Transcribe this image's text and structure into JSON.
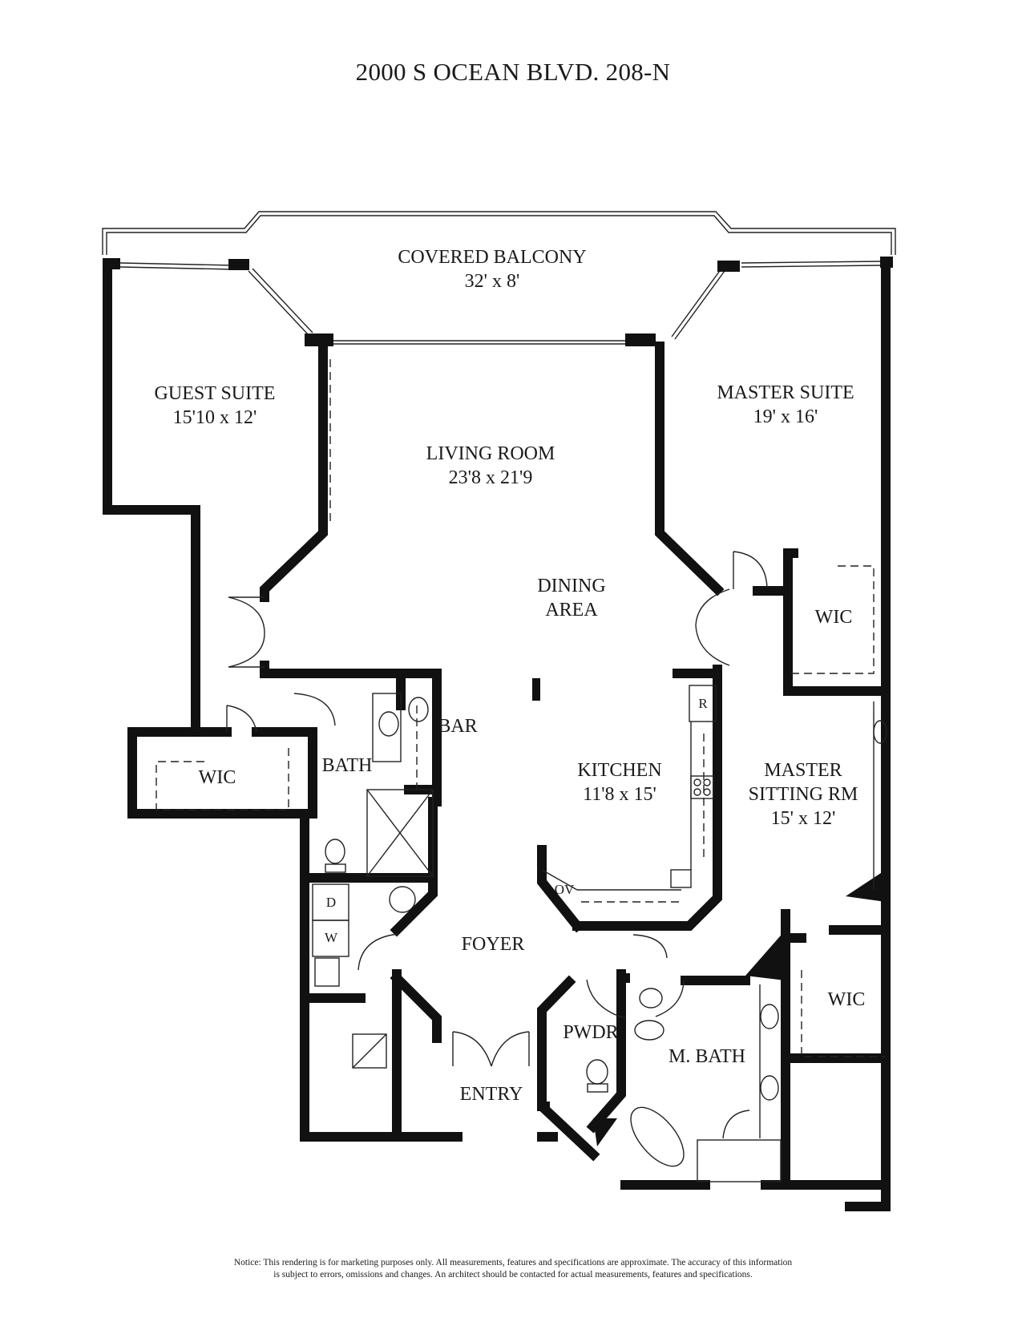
{
  "header": {
    "title": "2000 S OCEAN BLVD.  208-N"
  },
  "rooms": {
    "balcony": {
      "name": "COVERED BALCONY",
      "size": "32' x 8'"
    },
    "guest_suite": {
      "name": "GUEST SUITE",
      "size": "15'10 x 12'"
    },
    "living_room": {
      "name": "LIVING ROOM",
      "size": "23'8 x 21'9"
    },
    "master_suite": {
      "name": "MASTER SUITE",
      "size": "19' x 16'"
    },
    "dining": {
      "line1": "DINING",
      "line2": "AREA"
    },
    "wic_master_upper": {
      "name": "WIC"
    },
    "wic_guest": {
      "name": "WIC"
    },
    "bath": {
      "name": "BATH"
    },
    "bar": {
      "name": "BAR"
    },
    "kitchen": {
      "name": "KITCHEN",
      "size": "11'8 x 15'"
    },
    "master_sitting": {
      "line1": "MASTER",
      "line2": "SITTING RM",
      "size": "15' x 12'"
    },
    "foyer": {
      "name": "FOYER"
    },
    "pwdr": {
      "name": "PWDR"
    },
    "master_bath": {
      "name": "M. BATH"
    },
    "wic_master_lower": {
      "name": "WIC"
    },
    "entry": {
      "name": "ENTRY"
    }
  },
  "fixtures": {
    "refrigerator": "R",
    "oven": "OV",
    "dryer": "D",
    "washer": "W"
  },
  "footer": {
    "notice_line1": "Notice: This rendering is for marketing purposes only. All measurements, features and specifications are approximate. The accuracy of this information",
    "notice_line2": "is subject to errors, omissions and changes. An architect should be contacted for actual measurements, features and specifications."
  }
}
